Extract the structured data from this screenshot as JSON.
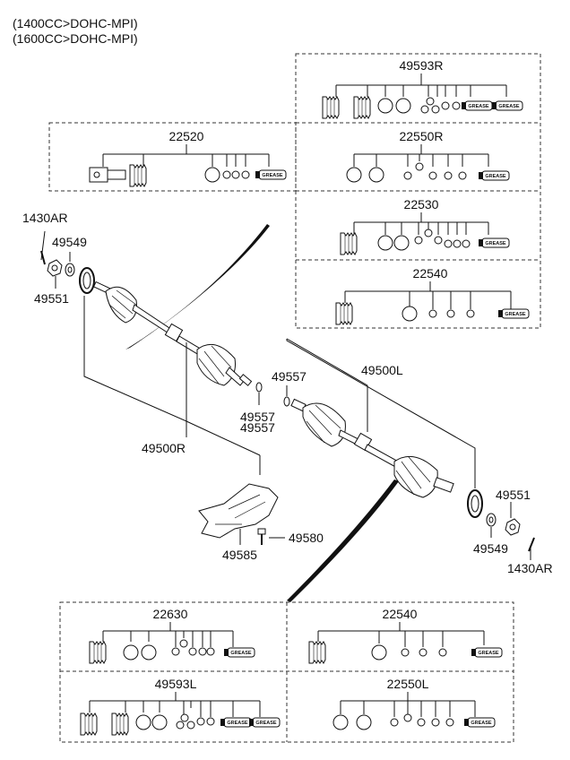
{
  "header": {
    "line1": "(1400CC>DOHC-MPI)",
    "line2": "(1600CC>DOHC-MPI)"
  },
  "kits": [
    {
      "id": "k49593R",
      "label": "49593R",
      "grease_count": 2
    },
    {
      "id": "k22520",
      "label": "22520",
      "grease_count": 1
    },
    {
      "id": "k22550R",
      "label": "22550R",
      "grease_count": 1
    },
    {
      "id": "k22530",
      "label": "22530",
      "grease_count": 1
    },
    {
      "id": "k22540top",
      "label": "22540",
      "grease_count": 1
    },
    {
      "id": "k22630",
      "label": "22630",
      "grease_count": 1
    },
    {
      "id": "k22540bot",
      "label": "22540",
      "grease_count": 1
    },
    {
      "id": "k49593L",
      "label": "49593L",
      "grease_count": 2
    },
    {
      "id": "k22550L",
      "label": "22550L",
      "grease_count": 1
    }
  ],
  "parts": {
    "p1430AR_left": "1430AR",
    "p49549_left": "49549",
    "p49551_left": "49551",
    "p49557_a": "49557",
    "p49557_b": "49557",
    "p49557_c": "49557",
    "p49500R": "49500R",
    "p49500L": "49500L",
    "p49551_right": "49551",
    "p49549_right": "49549",
    "p1430AR_right": "1430AR",
    "p49580": "49580",
    "p49585": "49585"
  },
  "grease_label": "GREASE"
}
